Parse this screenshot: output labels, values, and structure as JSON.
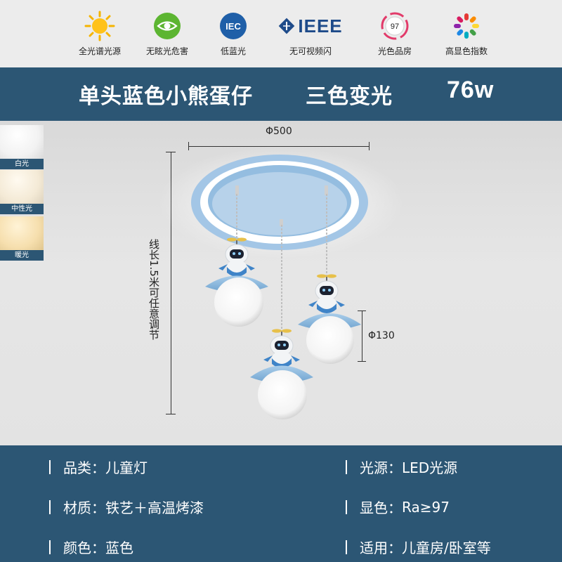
{
  "certs": [
    {
      "icon": "sun-icon",
      "label": "全光谱光源"
    },
    {
      "icon": "eye-icon",
      "label": "无眩光危害"
    },
    {
      "icon": "iec-icon",
      "label": "低蓝光",
      "badge": "IEC"
    },
    {
      "icon": "ieee-icon",
      "label": "无可视频闪",
      "badge": "IEEE"
    },
    {
      "icon": "cri-dial-icon",
      "label": "光色品房",
      "badge": "97"
    },
    {
      "icon": "color-wheel-icon",
      "label": "高显色指数"
    }
  ],
  "title": {
    "name": "单头蓝色小熊蛋仔",
    "light_mode": "三色变光",
    "power": "76w"
  },
  "swatches": [
    {
      "label": "白光",
      "color": "#ffffff"
    },
    {
      "label": "中性光",
      "color": "#f7eedc"
    },
    {
      "label": "暖光",
      "color": "#f6dfb2"
    }
  ],
  "dimensions": {
    "diameter": "Φ500",
    "shade_diameter": "Φ130",
    "cable": "线长1.5米可任意调节"
  },
  "specs": {
    "category_label": "品类：",
    "category": "儿童灯",
    "light_source_label": "光源：",
    "light_source": "LED光源",
    "material_label": "材质：",
    "material": "铁艺＋高温烤漆",
    "cri_label": "显色：",
    "cri": "Ra≥97",
    "color_label": "颜色：",
    "color": "蓝色",
    "use_label": "适用：",
    "use": "儿童房/卧室等"
  },
  "colors": {
    "brand_blue": "#2c5674",
    "lamp_blue": "#8cb9dc",
    "accent_blue": "#3f84c8"
  }
}
